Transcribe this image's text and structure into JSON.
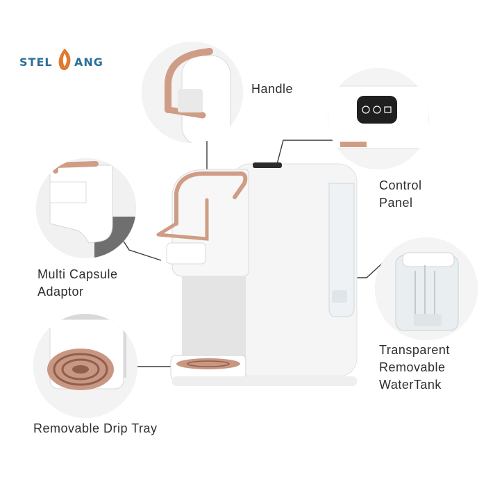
{
  "brand": {
    "logo_text_left": "STEL",
    "logo_text_right": "ANG",
    "color_primary": "#2b6f99",
    "color_accent": "#e07a2e"
  },
  "labels": {
    "handle": "Handle",
    "control_panel_line1": "Control",
    "control_panel_line2": "Panel",
    "adaptor_line1": "Multi Capsule",
    "adaptor_line2": "Adaptor",
    "tank_line1": "Transparent",
    "tank_line2": "Removable",
    "tank_line3": "WaterTank",
    "drip_tray": "Removable Drip Tray"
  },
  "colors": {
    "rose_gold": "#c98e78",
    "body_white": "#f4f4f4",
    "text": "#2e2e2e"
  }
}
